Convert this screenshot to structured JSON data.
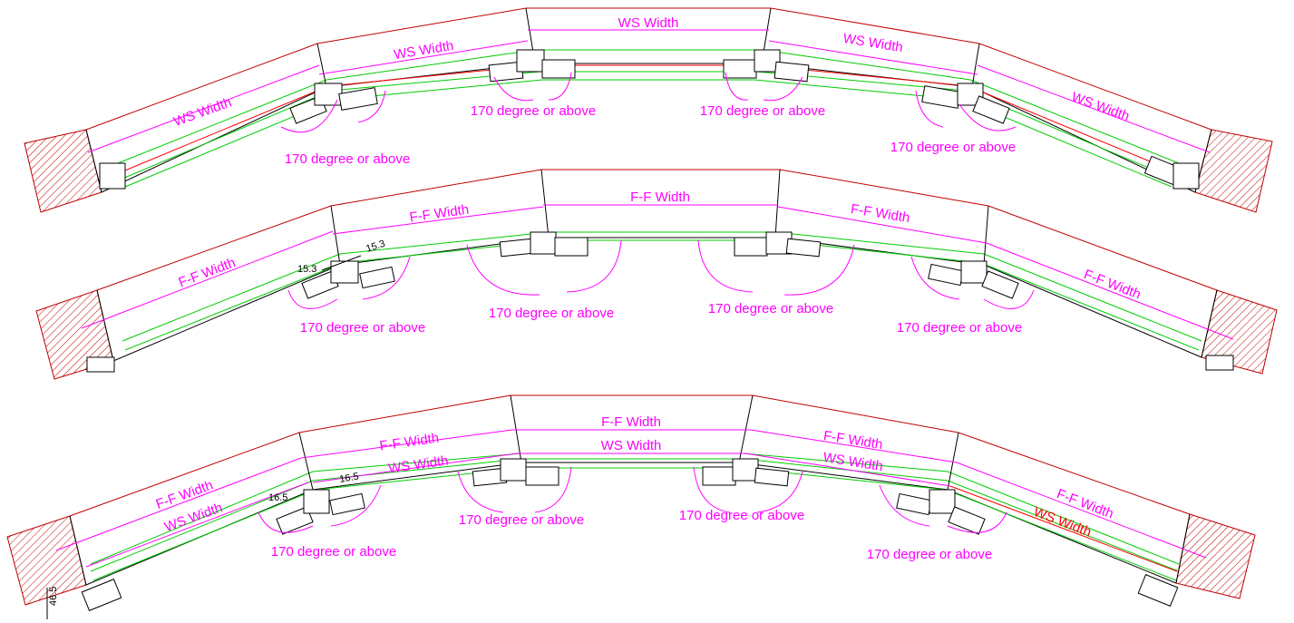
{
  "labels": {
    "ws_width": "WS Width",
    "ws_width_spaced": "WS  Width",
    "ff_width": "F-F Width",
    "ff_width_spaced": "F-F  Width",
    "angle": "170 degree or above",
    "dim_15_3": "15.3",
    "dim_16_5": "16.5",
    "dim_46_5": "46.5"
  },
  "colors": {
    "outline": "#c00000",
    "glass": "#00cc00",
    "dimension": "#ff00ff",
    "red_dimension": "#ff0000",
    "frame": "#000000"
  }
}
